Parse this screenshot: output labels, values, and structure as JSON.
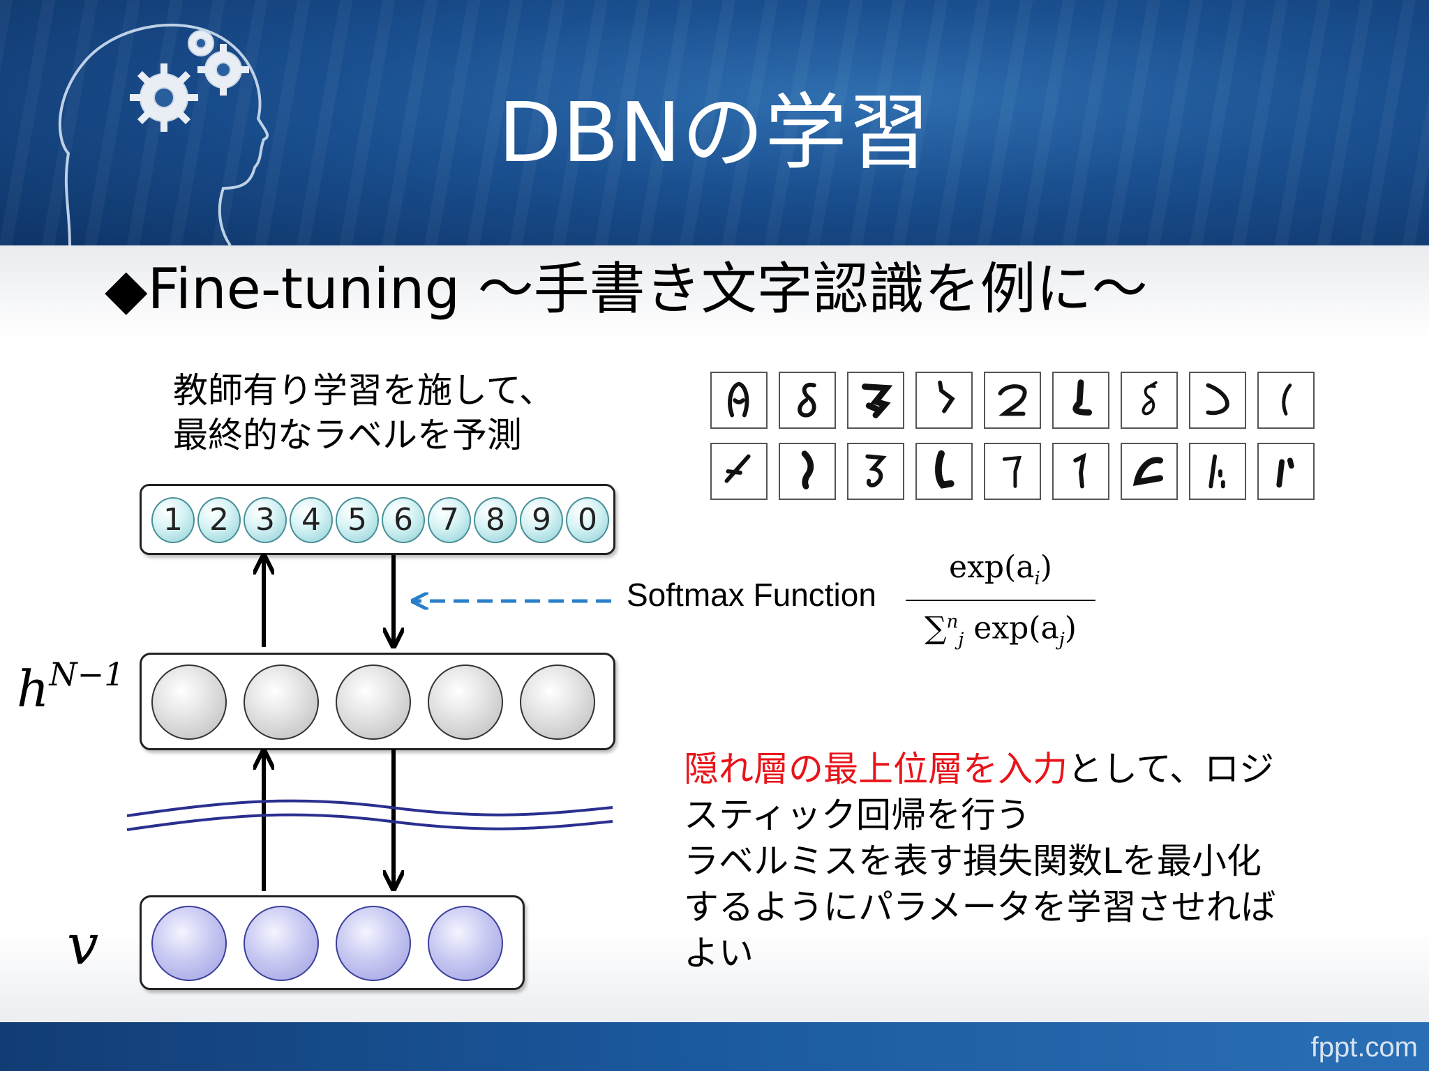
{
  "slide": {
    "title": "DBNの学習",
    "subtitle": "◆Fine-tuning ～手書き文字認識を例に～",
    "watermark": "fppt.com"
  },
  "left_caption": {
    "lines": [
      "教師有り学習を施して、",
      "最終的なラベルを予測"
    ]
  },
  "output_layer": {
    "digits": [
      "1",
      "2",
      "3",
      "4",
      "5",
      "6",
      "7",
      "8",
      "9",
      "0"
    ]
  },
  "hidden_layer": {
    "label_base": "h",
    "label_sup": "N−1",
    "node_count": 5
  },
  "visible_layer": {
    "label": "v",
    "node_count": 4
  },
  "softmax": {
    "label": "Softmax Function",
    "numerator": "exp(a",
    "numerator_sub": "i",
    "numerator_end": ")",
    "denominator_sigma": "∑",
    "denominator_sub": "j",
    "denominator_sup": "n",
    "denominator_mid": " exp(a",
    "denominator_sub2": "j",
    "denominator_end": ")"
  },
  "right_text": {
    "highlight": "隠れ層の最上位層を入力",
    "line1_rest": "として、ロジ",
    "line2": "スティック回帰を行う",
    "line3": "ラベルミスを表す損失関数Lを最小化",
    "line4": "するようにパラメータを学習させれば",
    "line5": "よい"
  },
  "colors": {
    "header_blue": "#1a4f8f",
    "highlight_red": "#e8141a",
    "dashed_arrow_blue": "#2a7fc9",
    "wave_blue": "#2a2f8f"
  },
  "icons": {
    "head_gears": "head-with-gears-icon",
    "digit_samples": "handwritten-digit-samples"
  }
}
